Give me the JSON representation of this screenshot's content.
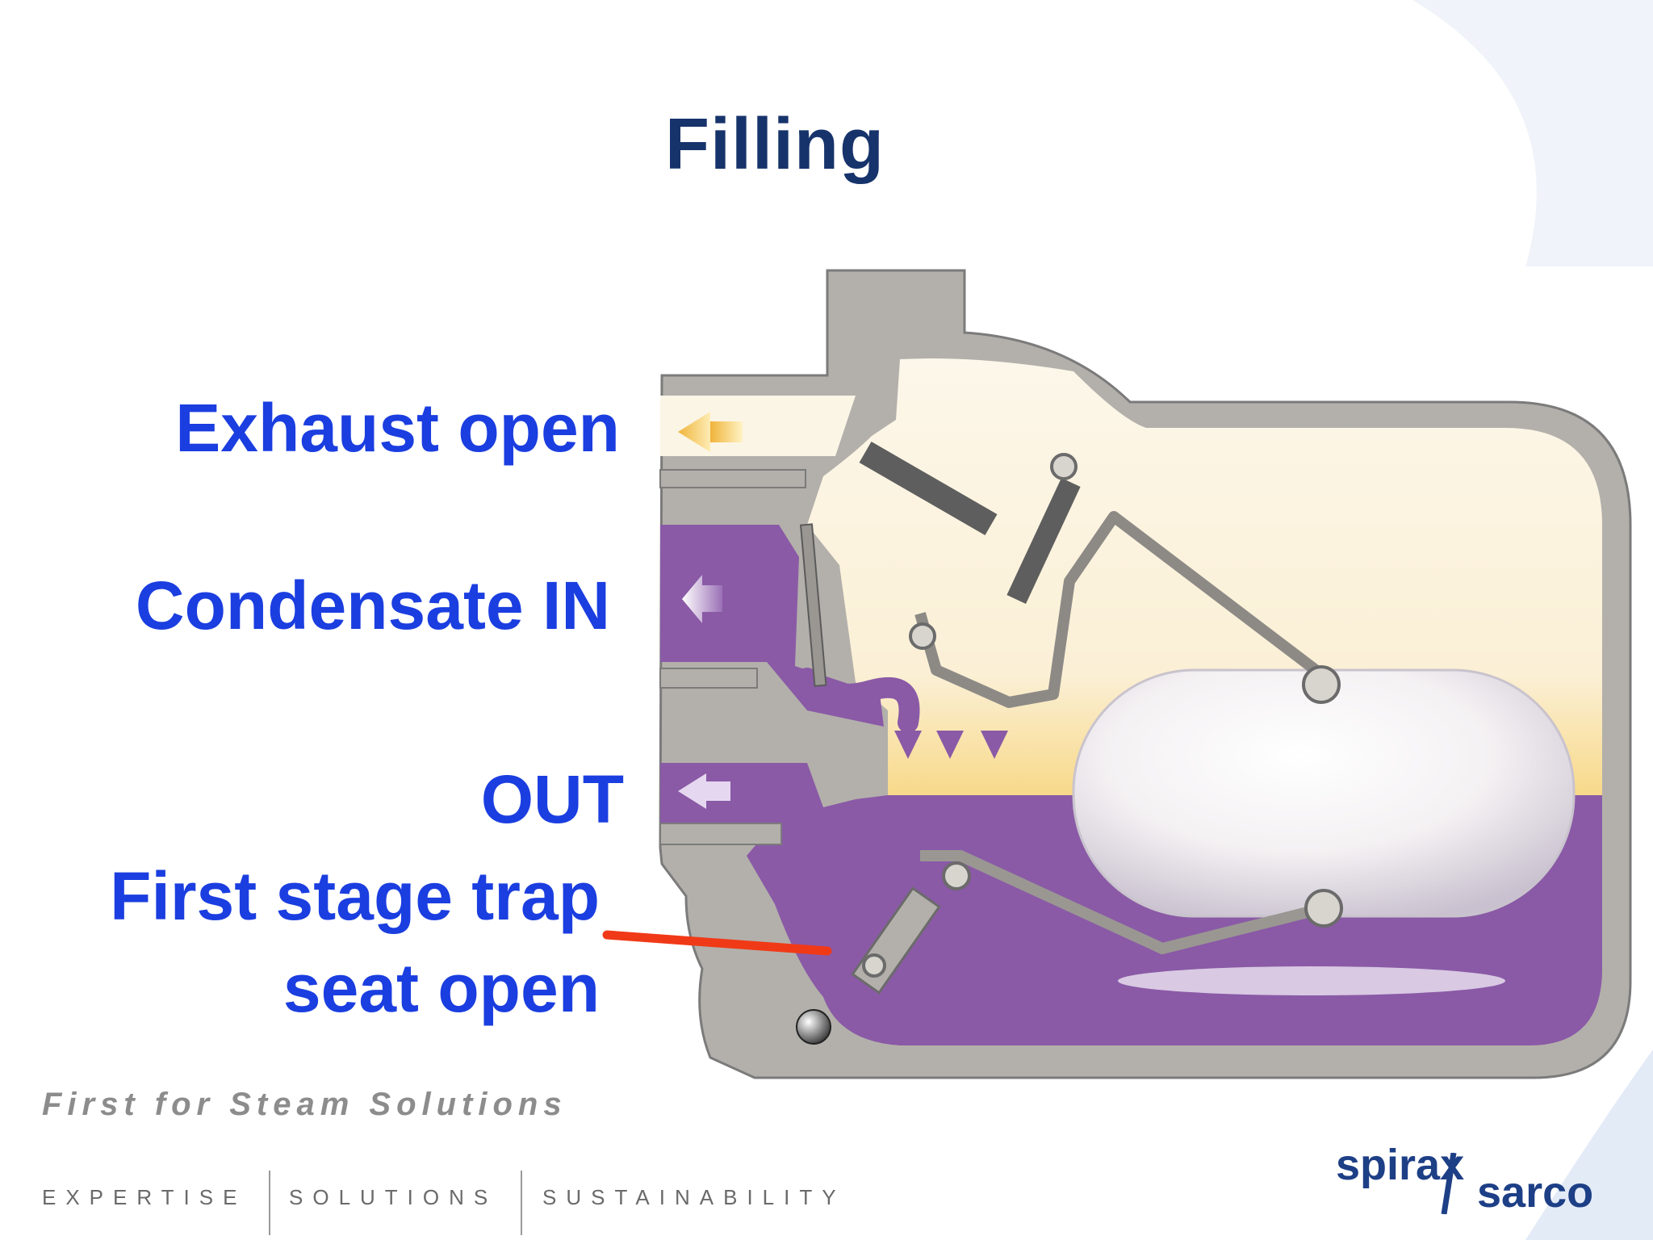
{
  "slide": {
    "title": "Filling",
    "labels": {
      "exhaust": "Exhaust open",
      "condensate": "Condensate IN",
      "out": "OUT",
      "trap_line1": "First stage trap",
      "trap_line2": "seat open"
    },
    "tagline": "First for Steam Solutions",
    "footer": [
      "EXPERTISE",
      "SOLUTIONS",
      "SUSTAINABILITY"
    ],
    "logo": {
      "line1": "spirax",
      "line2": "sarco"
    }
  },
  "colors": {
    "title": "#17336b",
    "labels": "#1b3ee0",
    "condensate": "#8a5aa6",
    "steam": "#fbf5e6",
    "body_metal": "#b3b0ab",
    "pointer": "#f03a17",
    "logo": "#1d3f86"
  }
}
